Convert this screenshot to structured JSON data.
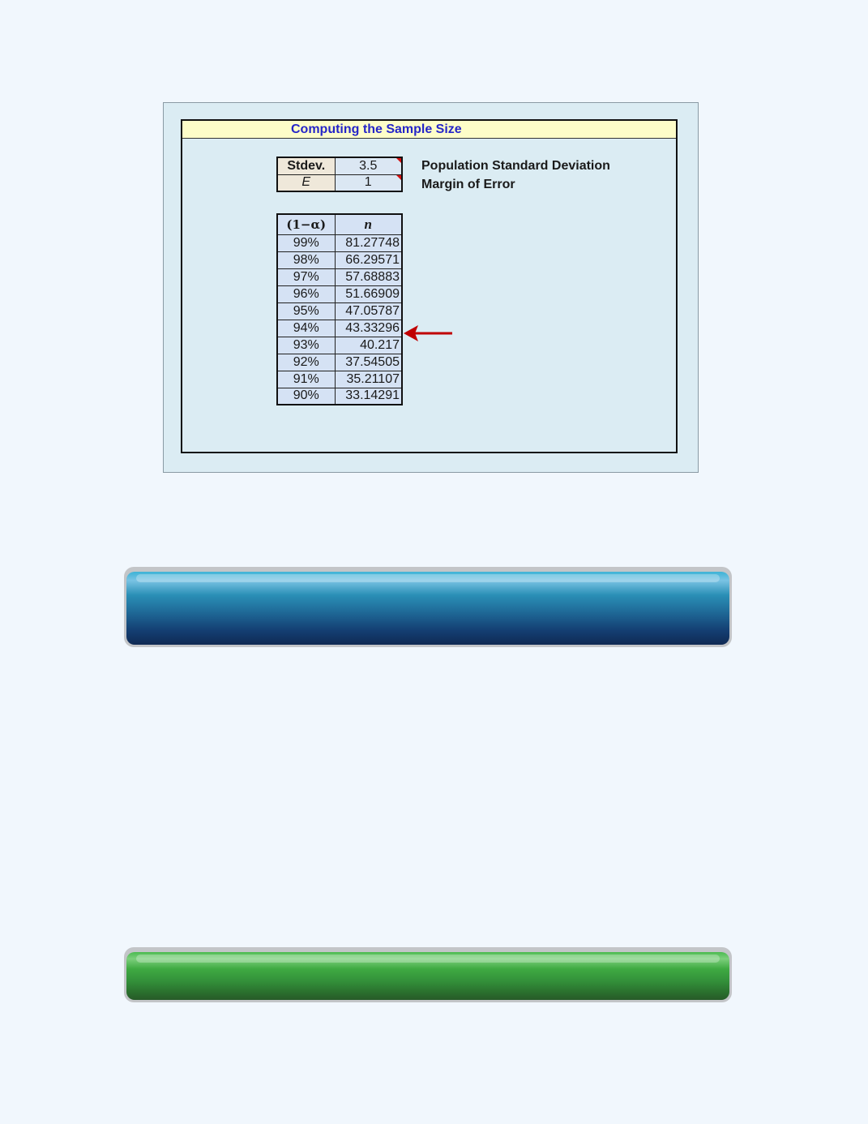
{
  "sheet": {
    "title": "Computing the Sample Size",
    "params": [
      {
        "label": "Stdev.",
        "value": "3.5",
        "description": "Population Standard Deviation"
      },
      {
        "label": "E",
        "value": "1",
        "description": "Margin of Error"
      }
    ],
    "results": {
      "headers": [
        "(1−α)",
        "n"
      ],
      "rows": [
        {
          "conf": "99%",
          "n": "81.27748"
        },
        {
          "conf": "98%",
          "n": "66.29571"
        },
        {
          "conf": "97%",
          "n": "57.68883"
        },
        {
          "conf": "96%",
          "n": "51.66909"
        },
        {
          "conf": "95%",
          "n": "47.05787"
        },
        {
          "conf": "94%",
          "n": "43.33296"
        },
        {
          "conf": "93%",
          "n": "40.217"
        },
        {
          "conf": "92%",
          "n": "37.54505"
        },
        {
          "conf": "91%",
          "n": "35.21107"
        },
        {
          "conf": "90%",
          "n": "33.14291"
        }
      ],
      "highlighted_row": "95%"
    },
    "colors": {
      "title_text": "#2525c8",
      "title_bg": "#fdfdc8",
      "sheet_bg": "#dbecf3",
      "arrow": "#c00000"
    }
  },
  "bars": [
    {
      "name": "blue-banner",
      "color": "#1f6a98"
    },
    {
      "name": "green-banner",
      "color": "#33913a"
    }
  ]
}
